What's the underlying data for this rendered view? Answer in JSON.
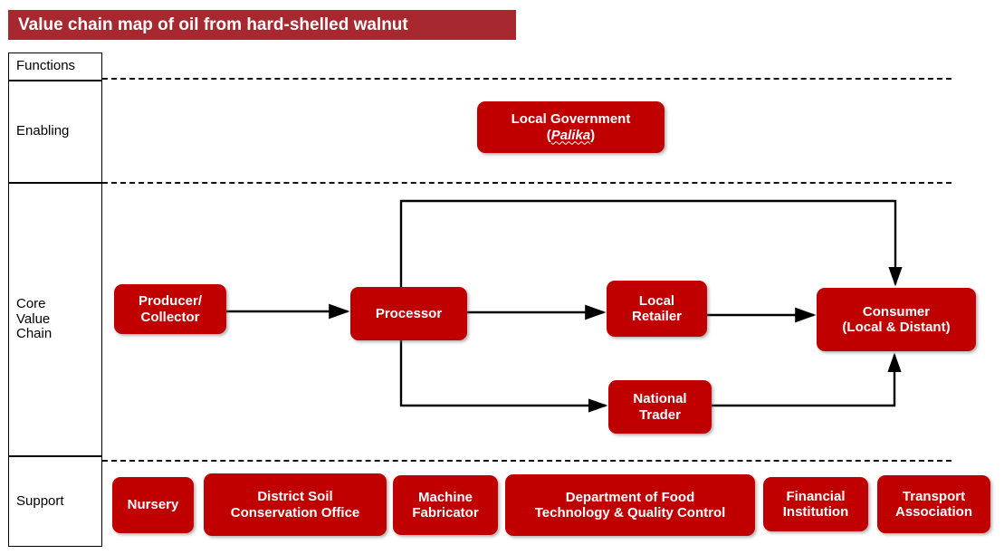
{
  "header": {
    "title": "Value chain map of oil from hard-shelled walnut",
    "bar_color": "#A82830"
  },
  "theme": {
    "box_fill": "#C00000",
    "box_text": "#FFFFFF",
    "line_color": "#000000",
    "background": "#FFFFFF"
  },
  "rows": [
    {
      "key": "functions",
      "label": "Functions"
    },
    {
      "key": "enabling",
      "label": "Enabling"
    },
    {
      "key": "core",
      "label": "Core\nValue\nChain"
    },
    {
      "key": "support",
      "label": "Support"
    }
  ],
  "row_labels": {
    "functions": "Functions",
    "enabling": "Enabling",
    "core_line1": "Core",
    "core_line2": "Value",
    "core_line3": "Chain",
    "support": "Support"
  },
  "enabling": {
    "boxes": [
      {
        "name": "local-government",
        "line1": "Local Government",
        "line2_prefix": "(",
        "line2_emph": "Palika",
        "line2_suffix": ")"
      }
    ]
  },
  "core_value_chain": {
    "boxes": [
      {
        "name": "producer-collector",
        "line1": "Producer/",
        "line2": "Collector"
      },
      {
        "name": "processor",
        "line1": "Processor",
        "line2": ""
      },
      {
        "name": "local-retailer",
        "line1": "Local",
        "line2": "Retailer"
      },
      {
        "name": "consumer",
        "line1": "Consumer",
        "line2": "(Local & Distant)"
      },
      {
        "name": "national-trader",
        "line1": "National",
        "line2": "Trader"
      }
    ],
    "flows": [
      {
        "from": "producer-collector",
        "to": "processor"
      },
      {
        "from": "processor",
        "to": "local-retailer"
      },
      {
        "from": "local-retailer",
        "to": "consumer"
      },
      {
        "from": "processor",
        "to": "consumer",
        "route": "top-bypass"
      },
      {
        "from": "processor",
        "to": "national-trader",
        "route": "bottom-bypass"
      },
      {
        "from": "national-trader",
        "to": "consumer",
        "route": "bottom-up"
      }
    ]
  },
  "support": {
    "boxes": [
      {
        "name": "nursery",
        "line1": "Nursery",
        "line2": ""
      },
      {
        "name": "district-soil-conservation-office",
        "line1": "District Soil",
        "line2": "Conservation Office"
      },
      {
        "name": "machine-fabricator",
        "line1": "Machine",
        "line2": "Fabricator"
      },
      {
        "name": "department-of-food-technology-quality-control",
        "line1": "Department of Food",
        "line2": "Technology & Quality Control"
      },
      {
        "name": "financial-institution",
        "line1": "Financial",
        "line2": "Institution"
      },
      {
        "name": "transport-association",
        "line1": "Transport",
        "line2": "Association"
      }
    ]
  }
}
